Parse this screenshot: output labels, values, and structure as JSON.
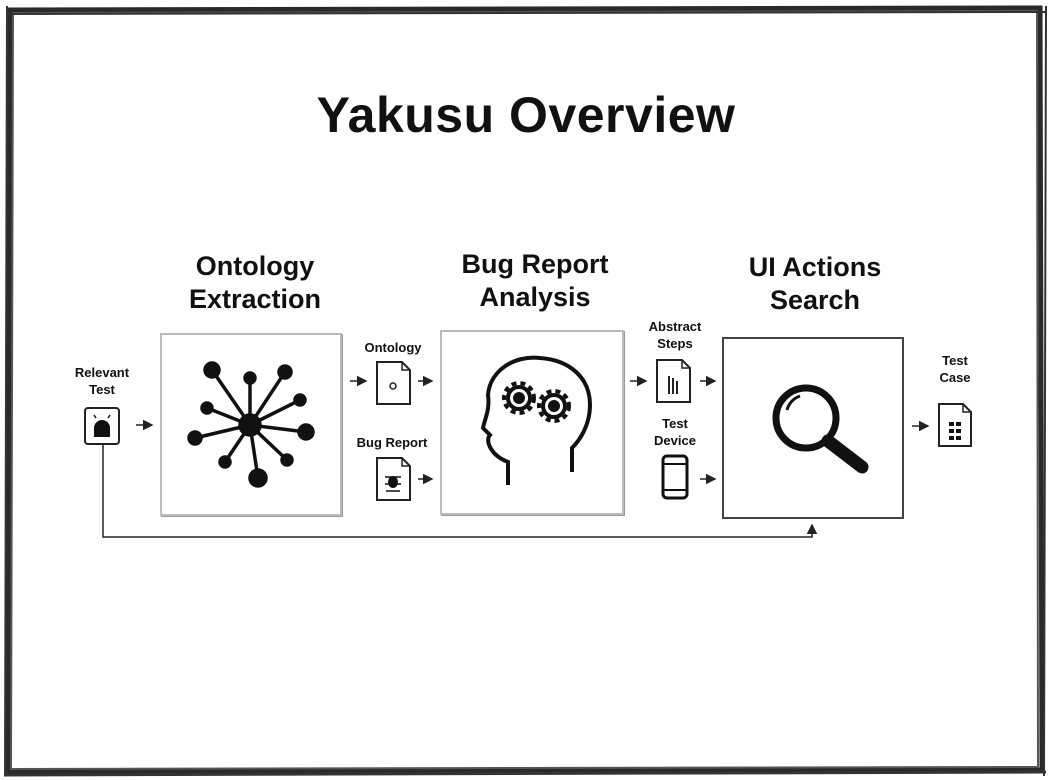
{
  "title": "Yakusu Overview",
  "stages": {
    "ontology_extraction": "Ontology\nExtraction",
    "bug_report_analysis": "Bug Report\nAnalysis",
    "ui_actions_search": "UI Actions\nSearch"
  },
  "labels": {
    "relevant_test": "Relevant\nTest",
    "ontology": "Ontology",
    "bug_report": "Bug Report",
    "abstract_steps": "Abstract\nSteps",
    "test_device": "Test\nDevice",
    "test_case": "Test\nCase"
  },
  "icons": {
    "relevant_test": "android-file-icon",
    "ontology_extraction": "network-graph-icon",
    "ontology": "ontology-file-icon",
    "bug_report": "bug-file-icon",
    "bug_report_analysis": "head-gears-icon",
    "abstract_steps": "touch-file-icon",
    "test_device": "smartphone-icon",
    "ui_actions_search": "magnifier-icon",
    "test_case": "test-case-file-icon"
  },
  "colors": {
    "ink": "#111111",
    "frame": "#2a2a2a",
    "box_border": "#444444"
  }
}
